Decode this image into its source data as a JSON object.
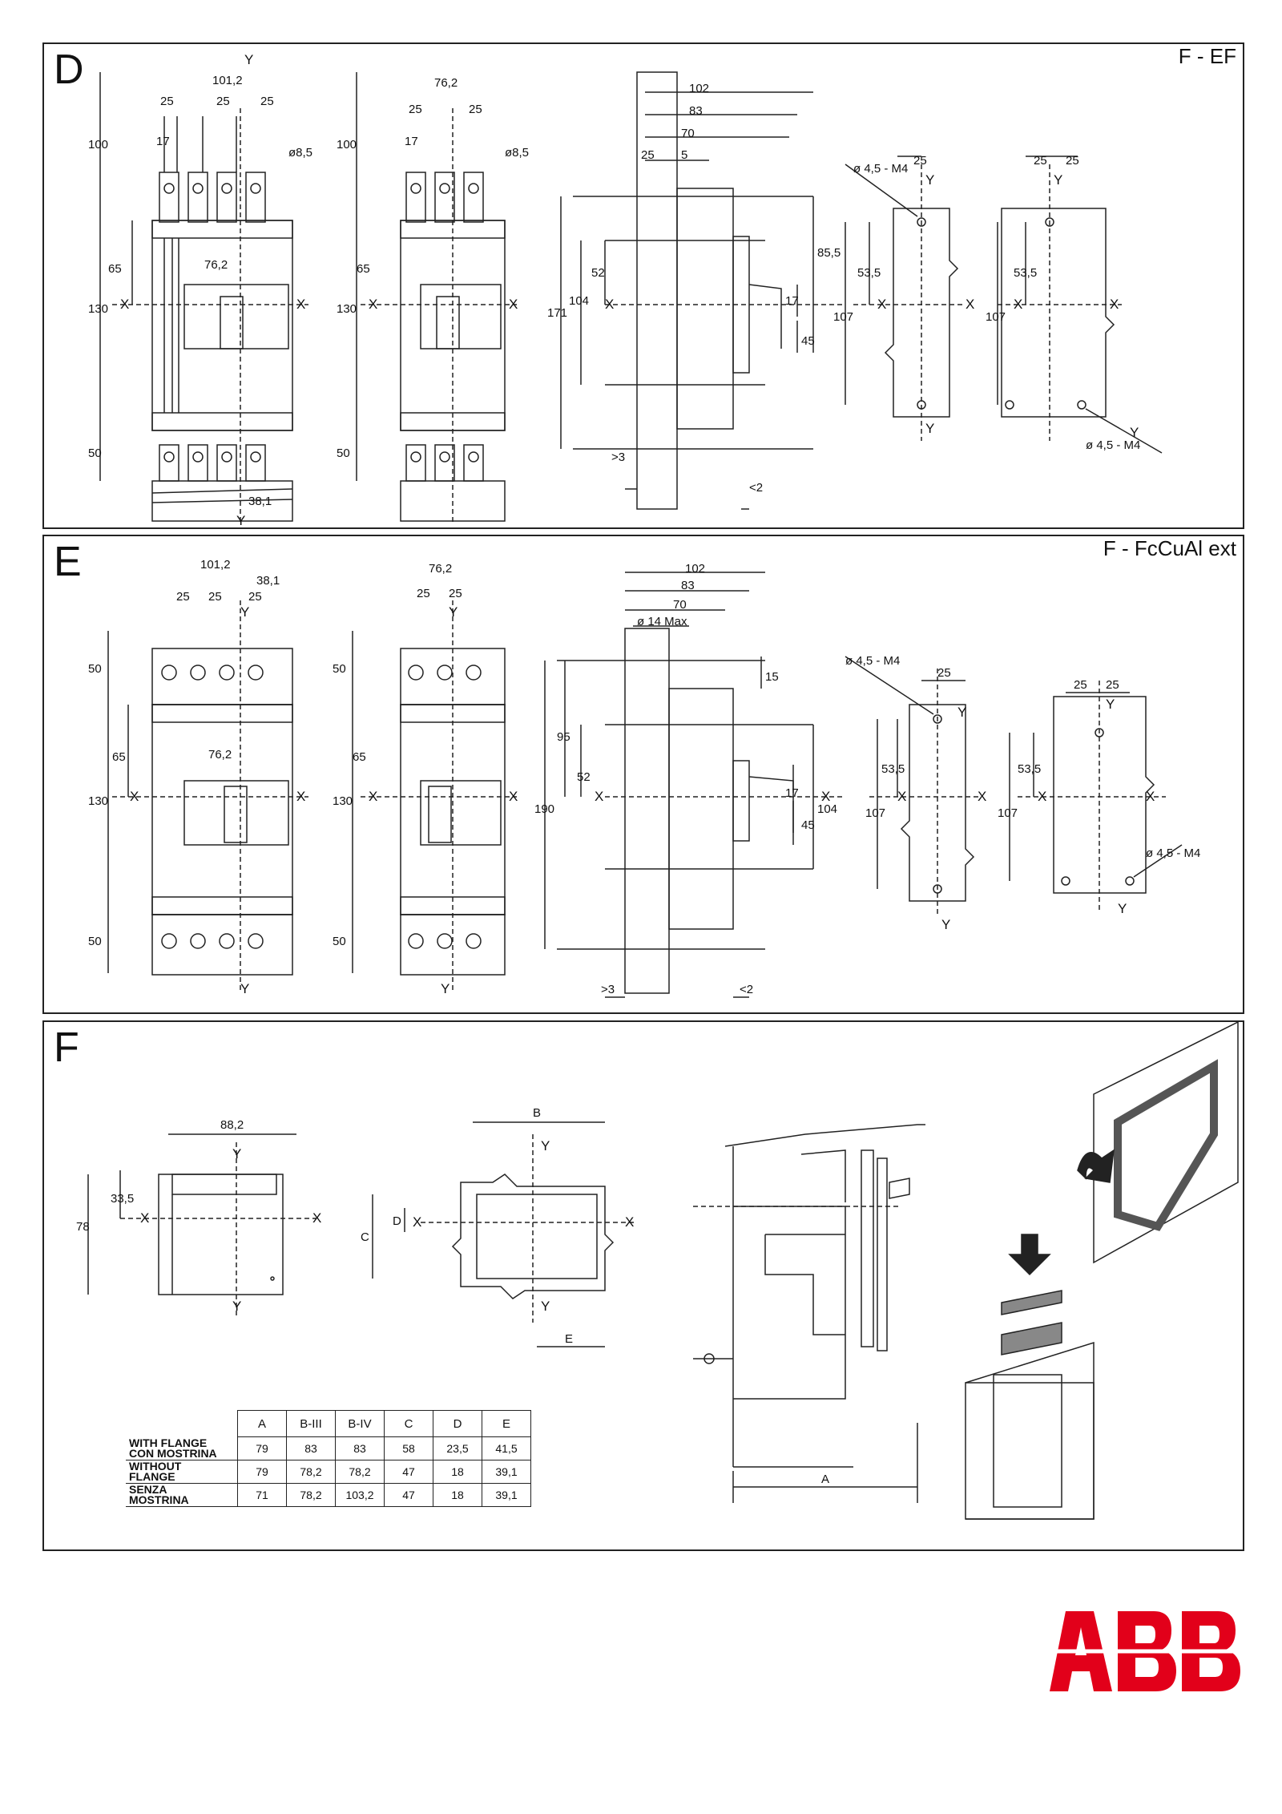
{
  "panels": {
    "d": {
      "label": "D",
      "tag": "F - EF"
    },
    "e": {
      "label": "E",
      "tag": "F - FcCuAl ext"
    },
    "f": {
      "label": "F"
    }
  },
  "dims_d": {
    "w4": "101,2",
    "w3": "76,2",
    "p25": "25",
    "p17": "17",
    "dia": "ø8,5",
    "h100": "100",
    "h65": "65",
    "h130": "130",
    "h50": "50",
    "b38": "38,1",
    "m762": "76,2",
    "s102": "102",
    "s83": "83",
    "s70": "70",
    "s25": "25",
    "s5": "5",
    "v171": "171",
    "v104": "104",
    "v52": "52",
    "v855": "85,5",
    "v17": "17",
    "v45": "45",
    "g3": ">3",
    "l2": "<2",
    "drill": "ø 4,5 - M4",
    "d535": "53,5",
    "d107": "107"
  },
  "dims_e": {
    "w4": "101,2",
    "w3": "76,2",
    "b38": "38,1",
    "p25": "25",
    "h50": "50",
    "h65": "65",
    "h130": "130",
    "s102": "102",
    "s83": "83",
    "s70": "70",
    "s14": "ø 14 Max",
    "v190": "190",
    "v95": "95",
    "v52": "52",
    "v15": "15",
    "v17": "17",
    "v45": "45",
    "v104": "104",
    "g3": ">3",
    "l2": "<2",
    "drill": "ø 4,5 - M4",
    "d535": "53,5",
    "d107": "107"
  },
  "dims_f": {
    "w882": "88,2",
    "h78": "78",
    "h335": "33,5",
    "lb": "B",
    "lc": "C",
    "ld": "D",
    "le": "E",
    "la": "A"
  },
  "axes": {
    "x": "X",
    "y": "Y"
  },
  "table": {
    "headers": [
      "A",
      "B-III",
      "B-IV",
      "C",
      "D",
      "E"
    ],
    "rows": [
      {
        "label1": "WITH FLANGE",
        "label2": "CON MOSTRINA",
        "label3": "",
        "label4": "",
        "values": [
          "79",
          "83",
          "83",
          "58",
          "23,5",
          "41,5"
        ]
      },
      {
        "label1": "WITHOUT",
        "label2": "FLANGE",
        "label3": "",
        "label4": "",
        "values": [
          "79",
          "78,2",
          "78,2",
          "47",
          "18",
          "39,1"
        ]
      },
      {
        "label1": "SENZA",
        "label2": "MOSTRINA",
        "label3": "",
        "label4": "",
        "values": [
          "71",
          "78,2",
          "103,2",
          "47",
          "18",
          "39,1"
        ]
      }
    ]
  },
  "brand": {
    "logo_text": "ABB",
    "color": "#e2001a"
  }
}
